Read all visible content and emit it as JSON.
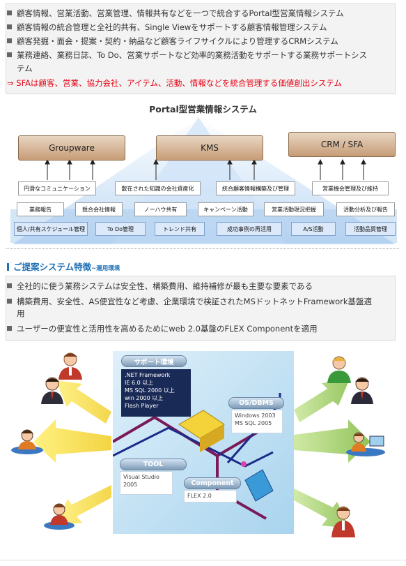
{
  "intro": {
    "bullets": [
      "顧客情報、営業活動、営業管理、情報共有などを一つで統合するPortal型営業情報システム",
      "顧客情報の統合管理と全社的共有、Single Viewをサポートする顧客情報管理システム",
      "顧客発掘・面会・提案・契約・納品など顧客ライフサイクルにより管理するCRMシステム",
      "業務連絡、業務日誌、To Do、営業サポートなど効率的業務活動をサポートする業務サポートシス",
      "テム"
    ],
    "highlight": "⇒ SFAは顧客、営業、協力会社、アイテム、活動、情報などを統合管理する価値創出システム"
  },
  "diagram": {
    "title": "Portal型営業情報システム",
    "top_boxes": [
      "Groupware",
      "KMS",
      "CRM / SFA"
    ],
    "row1": [
      "円滑なコミュニケーション",
      "散在された知識の会社資産化",
      "統合顧客情報構築及び管理",
      "営業機会管理及び維持"
    ],
    "row2": [
      "業務報告",
      "競合会社情報",
      "ノーハウ共有",
      "キャンペーン活動",
      "営業活動現況把握",
      "活動分析及び報告"
    ],
    "row3": [
      "個人/共有スケジュール管理",
      "To Do管理",
      "トレンド共有",
      "成功事例の再活用",
      "A/S活動",
      "活動品質管理"
    ]
  },
  "section2": {
    "title": "ご提案システム特徴",
    "subtitle": "~運用環境",
    "bullets": [
      "全社的に使う業務システムは安全性、構築費用、維持補修が最も主要な要素である",
      "構築費用、安全性、AS便宜性など考慮、企業環境で検証されたMSドットネットFramework基盤適",
      "用",
      "ユーザーの便宜性と活用性を高めるためにweb 2.0基盤のFLEX Componentを適用"
    ]
  },
  "system": {
    "support_label": "サポート環境",
    "support_items": [
      ".NET Framework",
      "IE 6.0 以上",
      "MS SQL 2000 以上",
      "win 2000 以上",
      "Flash Player"
    ],
    "os_label": "OS/DBMS",
    "os_items": [
      "Windows 2003",
      "MS SQL 2005"
    ],
    "tool_label": "TOOL",
    "tool_items": [
      "Visual Studio",
      "2005"
    ],
    "component_label": "Component",
    "component_items": [
      "FLEX 2.0"
    ]
  },
  "colors": {
    "accent_blue": "#1f6fb5",
    "highlight_red": "#e60012",
    "box_brown": "#c69c77"
  }
}
